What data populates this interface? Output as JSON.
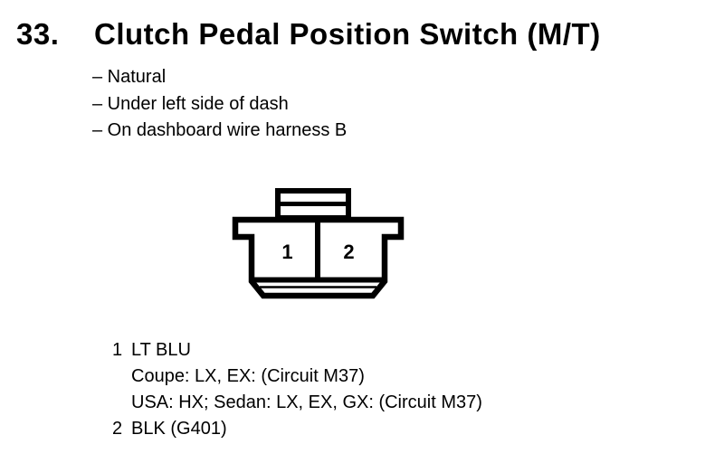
{
  "header": {
    "number": "33.",
    "title": "Clutch Pedal Position Switch (M/T)"
  },
  "notes": {
    "items": [
      "– Natural",
      "– Under left side of dash",
      "– On dashboard wire harness B"
    ]
  },
  "connector": {
    "description": "2-cavity connector face view with top latch tab",
    "pins": [
      {
        "number": "1"
      },
      {
        "number": "2"
      }
    ]
  },
  "legend": {
    "entries": [
      {
        "pin": "1",
        "lines": [
          "LT BLU",
          "Coupe: LX, EX: (Circuit M37)",
          "USA: HX; Sedan: LX, EX, GX: (Circuit M37)"
        ]
      },
      {
        "pin": "2",
        "lines": [
          "BLK (G401)"
        ]
      }
    ]
  },
  "colors": {
    "ink": "#000000",
    "paper": "#ffffff"
  }
}
